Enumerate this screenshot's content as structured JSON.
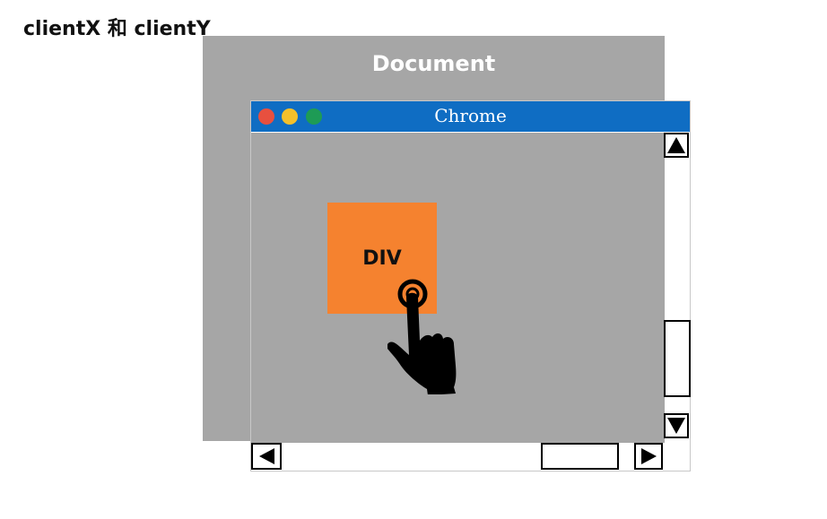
{
  "title": "clientX 和 clientY",
  "document": {
    "label": "Document",
    "background": "#a6a6a6"
  },
  "browser": {
    "title": "Chrome",
    "titlebar_color": "#0f6dc3",
    "traffic_lights": [
      {
        "name": "close",
        "color": "#e8503f"
      },
      {
        "name": "minimize",
        "color": "#f5c02a"
      },
      {
        "name": "maximize",
        "color": "#1e9b55"
      }
    ],
    "viewport_color": "#a6a6a6"
  },
  "element": {
    "label": "DIV",
    "color": "#f5822f"
  },
  "pointer": {
    "icon": "pointing-hand-icon",
    "action": "click"
  },
  "scrollbars": {
    "vertical": {
      "up_icon": "triangle-up-icon",
      "down_icon": "triangle-down-icon"
    },
    "horizontal": {
      "left_icon": "triangle-left-icon",
      "right_icon": "triangle-right-icon"
    }
  }
}
